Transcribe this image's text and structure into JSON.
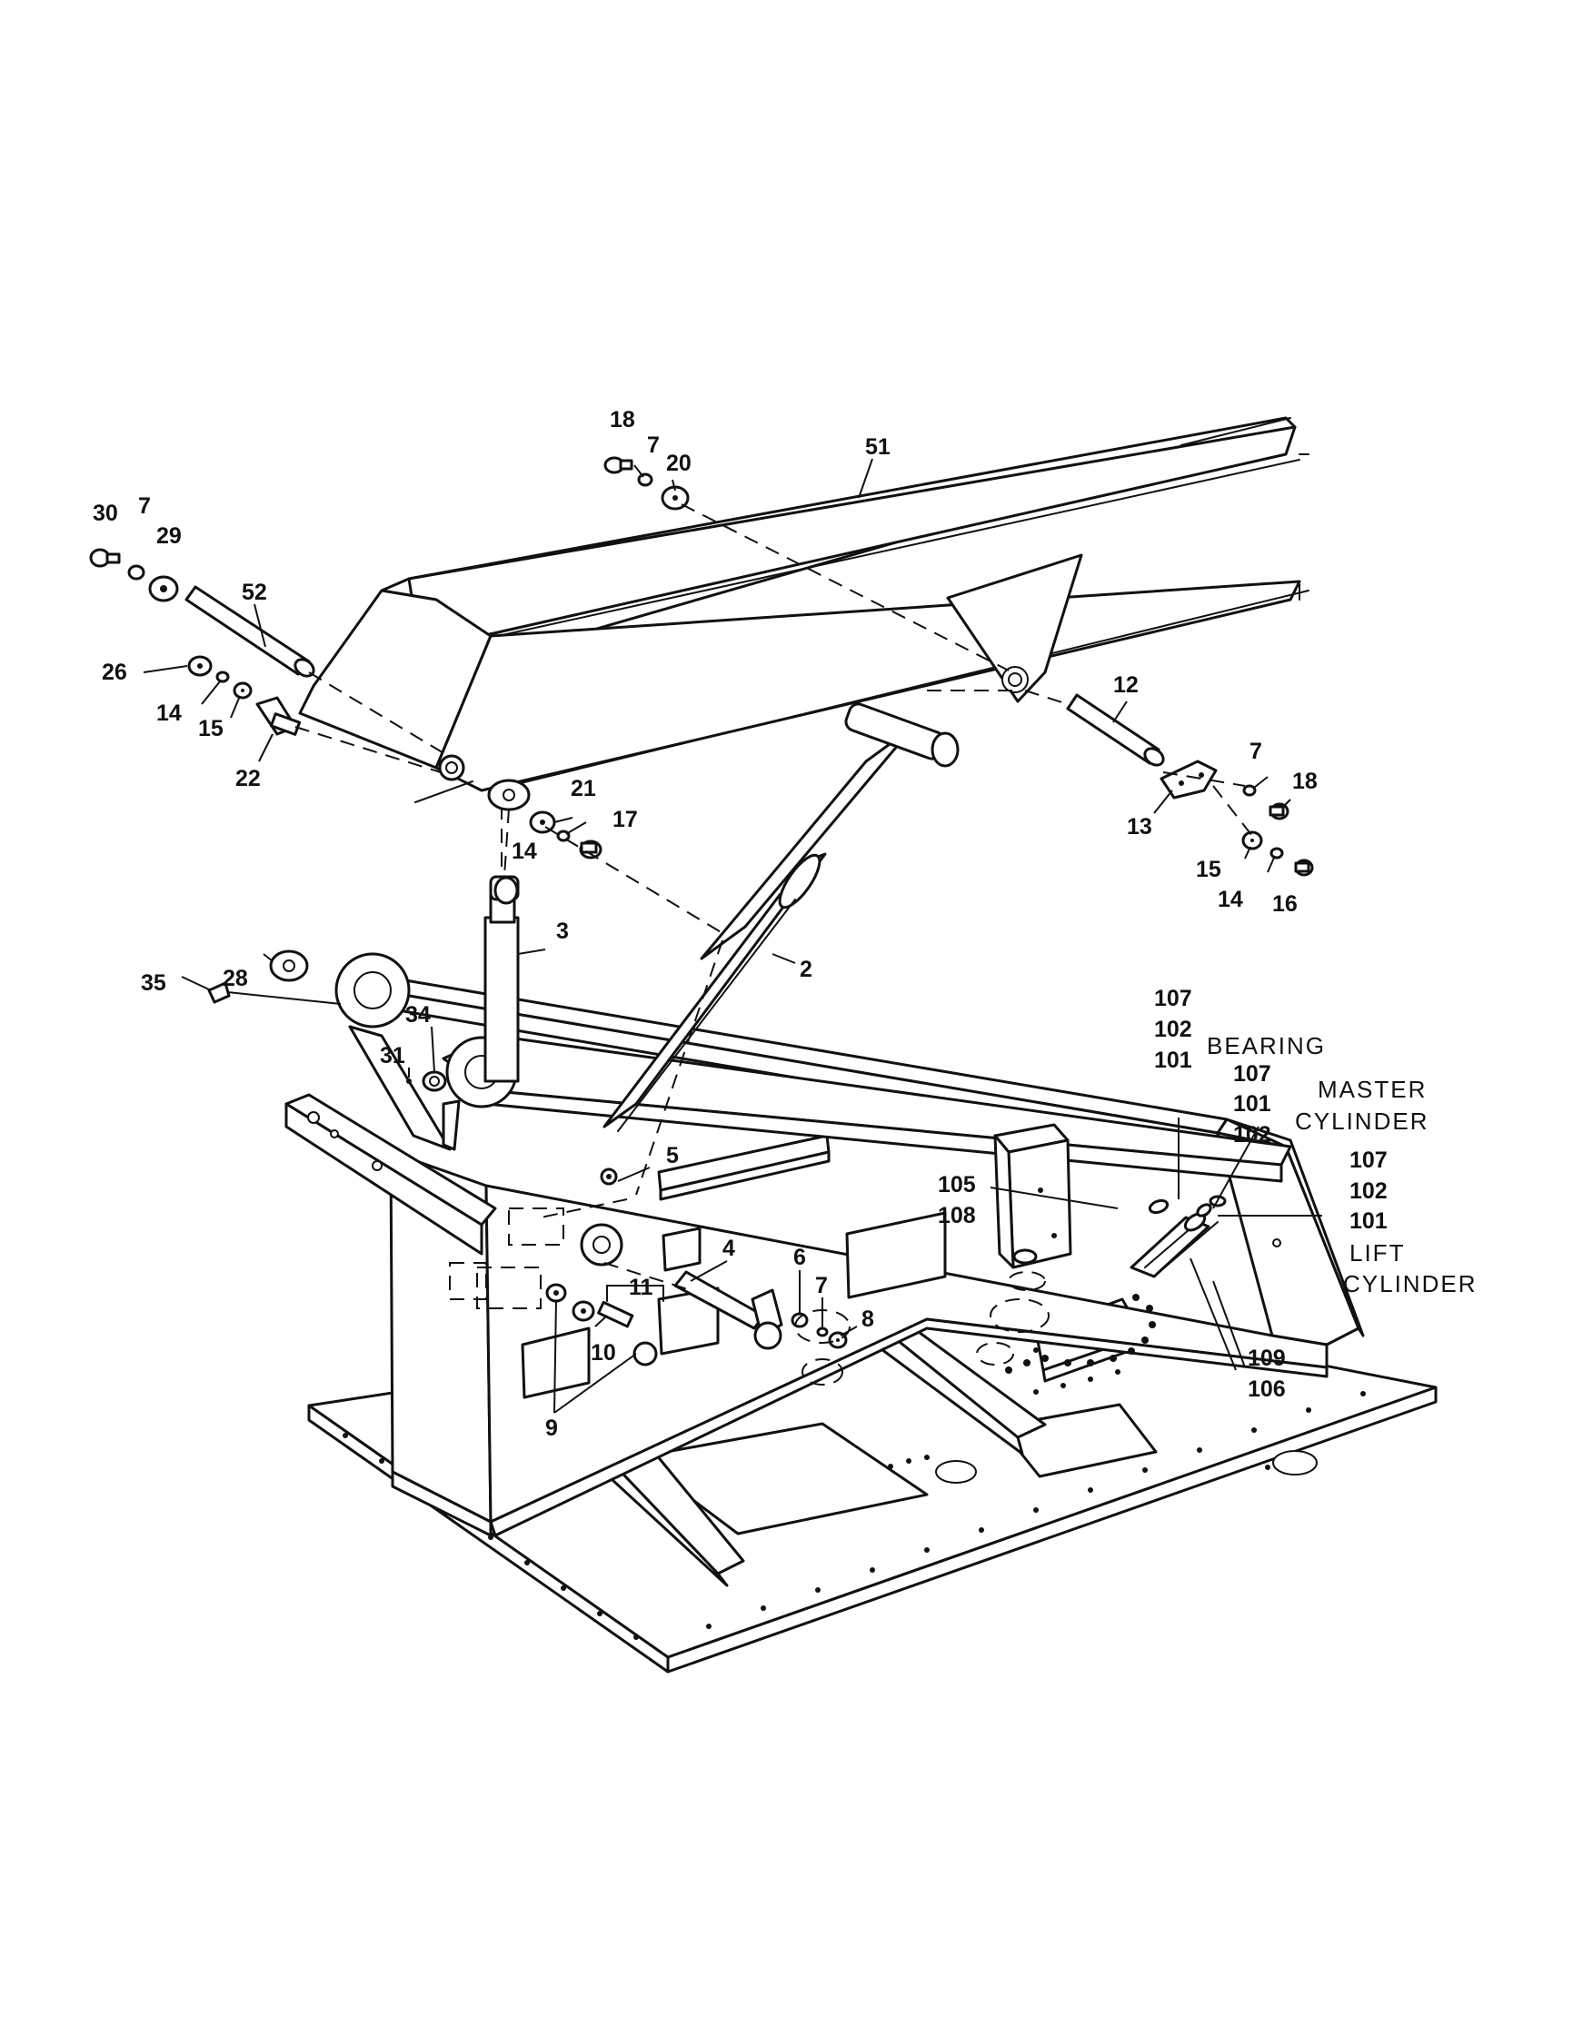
{
  "callouts": {
    "c18a": "18",
    "c7a": "7",
    "c20": "20",
    "c51": "51",
    "c30": "30",
    "c7b": "7",
    "c29": "29",
    "c52": "52",
    "c26": "26",
    "c14a": "14",
    "c15a": "15",
    "c22": "22",
    "c21": "21",
    "c17": "17",
    "c14b": "14",
    "c12": "12",
    "c7c": "7",
    "c18b": "18",
    "c13": "13",
    "c15b": "15",
    "c14c": "14",
    "c16": "16",
    "c3": "3",
    "c2": "2",
    "c28": "28",
    "c35": "35",
    "c34": "34",
    "c31": "31",
    "c5": "5",
    "c4": "4",
    "c6": "6",
    "c7d": "7",
    "c8": "8",
    "c11": "11",
    "c10": "10",
    "c9": "9",
    "c105": "105",
    "c108": "108",
    "c107a": "107",
    "c102a": "102",
    "c101a": "101",
    "c107b": "107",
    "c101b": "101",
    "c102b": "102",
    "c107c": "107",
    "c102c": "102",
    "c101c": "101",
    "c109": "109",
    "c106": "106"
  },
  "notes": {
    "bearing": "BEARING",
    "master_line1": "MASTER",
    "master_line2": "CYLINDER",
    "lift_line1": "LIFT",
    "lift_line2": "CYLINDER"
  }
}
